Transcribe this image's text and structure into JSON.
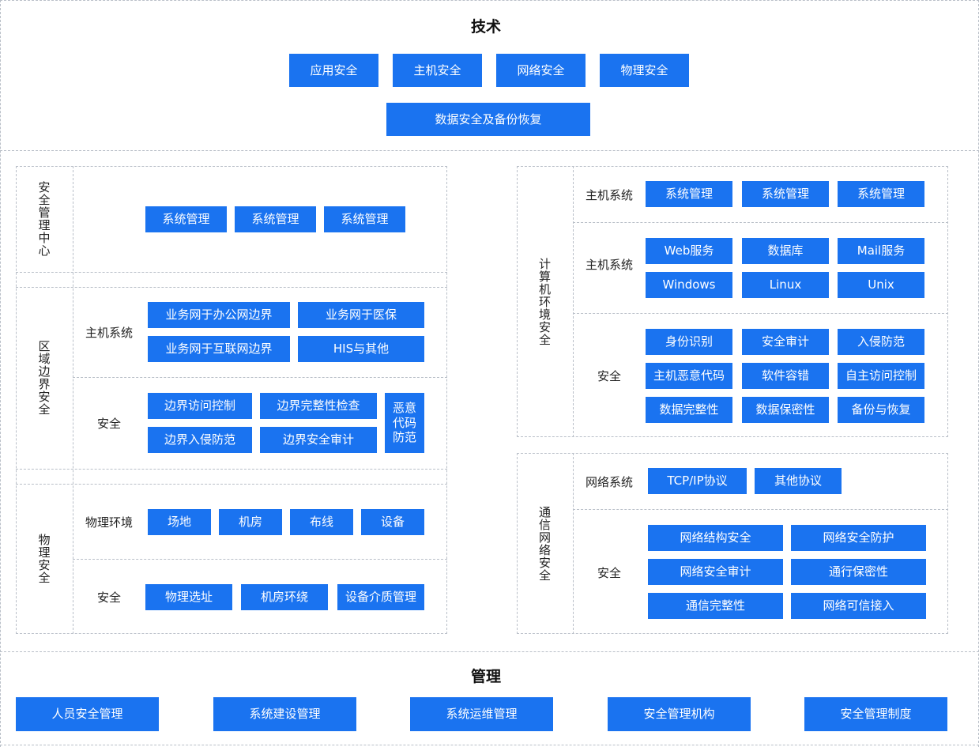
{
  "technology": {
    "title": "技术",
    "row1": [
      "应用安全",
      "主机安全",
      "网络安全",
      "物理安全"
    ],
    "row2": "数据安全及备份恢复"
  },
  "left": {
    "security_center": {
      "label": "安全管理中心",
      "items": [
        "系统管理",
        "系统管理",
        "系统管理"
      ]
    },
    "region_boundary": {
      "label": "区域边界安全",
      "host": {
        "label": "主机系统",
        "items": [
          "业务网于办公网边界",
          "业务网于医保",
          "业务网于互联网边界",
          "HIS与其他"
        ]
      },
      "security": {
        "label": "安全",
        "items": [
          "边界访问控制",
          "边界完整性检查",
          "边界入侵防范",
          "边界安全审计",
          "恶意代码防范"
        ]
      }
    },
    "physical": {
      "label": "物理安全",
      "environment": {
        "label": "物理环境",
        "items": [
          "场地",
          "机房",
          "布线",
          "设备"
        ]
      },
      "security": {
        "label": "安全",
        "items": [
          "物理选址",
          "机房环绕",
          "设备介质管理"
        ]
      }
    }
  },
  "right": {
    "computing": {
      "label": "计算机环境安全",
      "host1": {
        "label": "主机系统",
        "items": [
          "系统管理",
          "系统管理",
          "系统管理"
        ]
      },
      "host2": {
        "label": "主机系统",
        "items": [
          "Web服务",
          "数据库",
          "Mail服务",
          "Windows",
          "Linux",
          "Unix"
        ]
      },
      "security": {
        "label": "安全",
        "items": [
          "身份识别",
          "安全审计",
          "入侵防范",
          "主机恶意代码",
          "软件容错",
          "自主访问控制",
          "数据完整性",
          "数据保密性",
          "备份与恢复"
        ]
      }
    },
    "network": {
      "label": "通信网络安全",
      "system": {
        "label": "网络系统",
        "items": [
          "TCP/IP协议",
          "其他协议"
        ]
      },
      "security": {
        "label": "安全",
        "items": [
          "网络结构安全",
          "网络安全防护",
          "网络安全审计",
          "通行保密性",
          "通信完整性",
          "网络可信接入"
        ]
      }
    }
  },
  "management": {
    "title": "管理",
    "items": [
      "人员安全管理",
      "系统建设管理",
      "系统运维管理",
      "安全管理机构",
      "安全管理制度"
    ]
  },
  "colors": {
    "box_fill": "#1a73f0",
    "box_text": "#ffffff",
    "dashed_line": "#b9bfc8"
  }
}
